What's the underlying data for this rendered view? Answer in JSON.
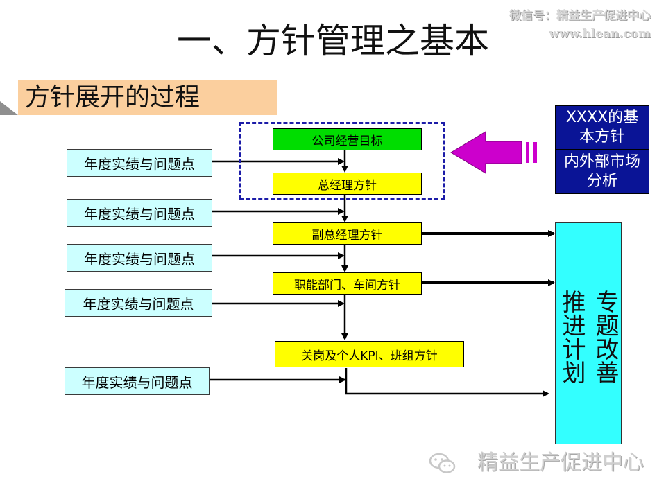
{
  "watermark": {
    "line1": "微信号：精益生产促进中心",
    "line2": "www.hlean.com",
    "footer": "精益生产促进中心"
  },
  "slide": {
    "title": "一、方针管理之基本",
    "section": "方针展开的过程"
  },
  "flow": {
    "nodes": [
      "公司经营目标",
      "总经理方针",
      "副总经理方针",
      "职能部门、车间方针",
      "关岗及个人KPI、班组方针"
    ],
    "inputs": [
      "年度实绩与问题点",
      "年度实绩与问题点",
      "年度实绩与问题点",
      "年度实绩与问题点",
      "年度实绩与问题点"
    ],
    "external": {
      "basic_policy": "XXXX的基本方针",
      "market_analysis": "内外部市场分析"
    },
    "output": {
      "column1": "专题改善",
      "column2": "推进计划"
    }
  },
  "colors": {
    "section_bg": "#fbcf9e",
    "node_yellow": "#ffff00",
    "node_green": "#00dd00",
    "input_cyan": "#ccffff",
    "output_cyan": "#33ffff",
    "external_navy": "#0a1496",
    "dashed_border": "#1c1ca8",
    "big_arrow": "#cc00cc"
  }
}
